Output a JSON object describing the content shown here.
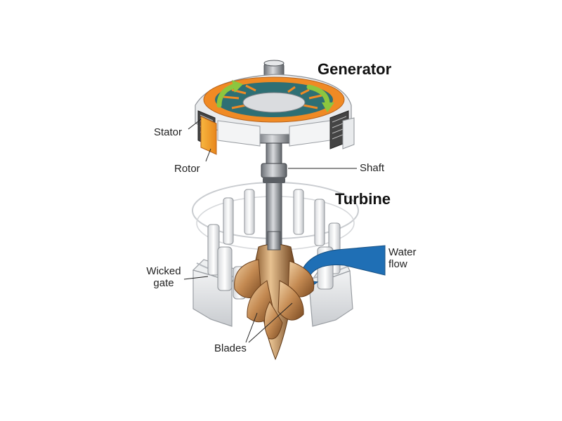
{
  "headings": {
    "generator": "Generator",
    "turbine": "Turbine"
  },
  "labels": {
    "stator": "Stator",
    "rotor": "Rotor",
    "shaft": "Shaft",
    "wicked_gate_line1": "Wicked",
    "wicked_gate_line2": "gate",
    "water_flow_line1": "Water",
    "water_flow_line2": "flow",
    "blades": "Blades"
  },
  "colors": {
    "rotor_orange": "#f08a24",
    "rotor_teal": "#2e6f74",
    "arrow_green": "#8cc63f",
    "water_blue": "#1f6fb5",
    "blade_bronze": "#b07a45",
    "metal_gray": "#b9bcc0",
    "dark_gray": "#4a4d52"
  }
}
